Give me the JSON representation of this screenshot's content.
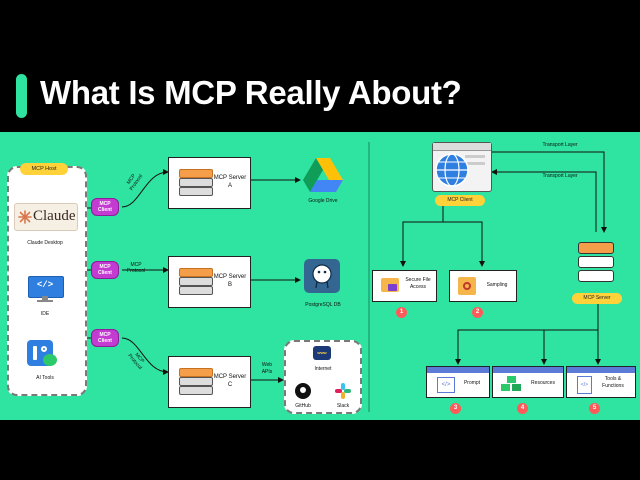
{
  "title": "What Is MCP Really About?",
  "left": {
    "host": {
      "label": "MCP Host",
      "apps": [
        {
          "logo_text": "Claude",
          "label": "Claude Desktop",
          "icon": "claude-logo"
        },
        {
          "logo_text": "</>",
          "label": "IDE",
          "icon": "monitor-code-icon"
        },
        {
          "logo_text": "",
          "label": "AI Tools",
          "icon": "ai-tools-icon"
        }
      ]
    },
    "clients": [
      {
        "label": "MCP Client"
      },
      {
        "label": "MCP Client"
      },
      {
        "label": "MCP Client"
      }
    ],
    "protocol_label": "MCP Protocol",
    "servers": [
      {
        "label": "MCP Server A"
      },
      {
        "label": "MCP Server B"
      },
      {
        "label": "MCP Server C"
      }
    ],
    "targets": {
      "google_drive": "Google Drive",
      "postgres": "PostgreSQL DB",
      "web_apis": "Web APIs",
      "internet": "Internet",
      "internet_badge": "www",
      "github": "GitHub",
      "slack": "Slack"
    }
  },
  "right": {
    "transport_label_1": "Transport Layer",
    "transport_label_2": "Transport Layer",
    "client_label": "MCP Client",
    "server_label": "MCP Server",
    "client_features": [
      {
        "label": "Secure File Access",
        "number": "1"
      },
      {
        "label": "Sampling",
        "number": "2"
      }
    ],
    "server_features": [
      {
        "label": "Prompt",
        "number": "3"
      },
      {
        "label": "Resources",
        "number": "4"
      },
      {
        "label": "Tools & Functions",
        "number": "5"
      }
    ]
  },
  "colors": {
    "background": "#000000",
    "canvas": "#2fe3a0",
    "accent": "#2fe3a0",
    "client_pill": "#c43bd2",
    "yellow_pill": "#ffd23a",
    "feature_blue": "#5b7bd6",
    "badge_red": "#ff5a5a"
  }
}
